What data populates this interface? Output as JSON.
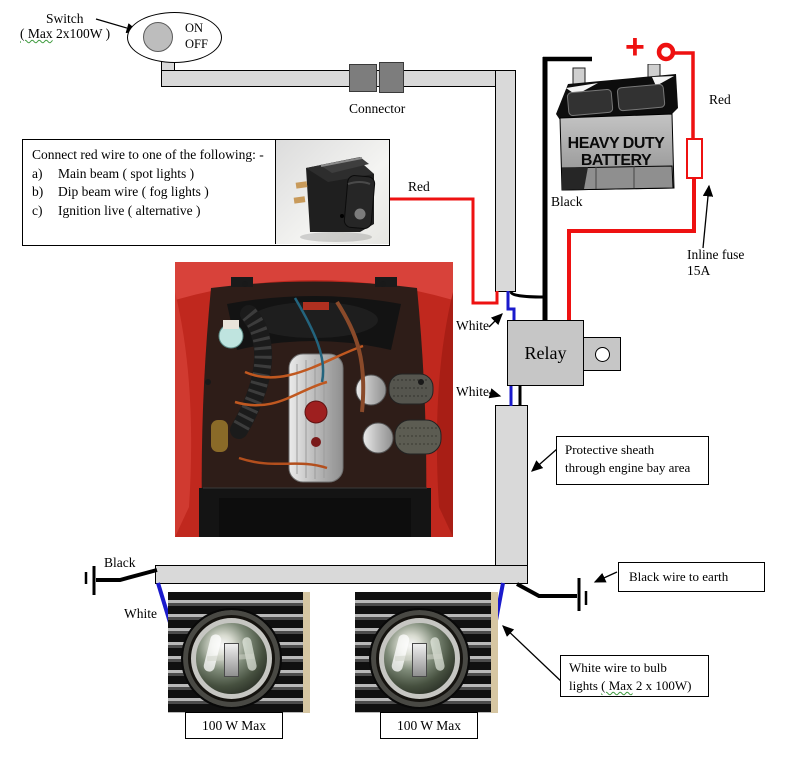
{
  "switch": {
    "title": "Switch",
    "sub_pre": "( Max",
    "sub_post": " 2x100W )",
    "on": "ON",
    "off": "OFF"
  },
  "connector": {
    "label": "Connector"
  },
  "wires": {
    "red_switch": "Red",
    "red_battery": "Red",
    "black_battery": "Black",
    "white_relay_top": "White",
    "white_relay_bottom": "White",
    "black_earth_left": "Black",
    "white_lamp_left": "White"
  },
  "fuse": {
    "line1": "Inline fuse",
    "line2": "15A"
  },
  "relay": {
    "label": "Relay"
  },
  "battery": {
    "line1": "HEAVY DUTY",
    "line2": "BATTERY",
    "plus": "+"
  },
  "instruction_box": {
    "intro": "Connect red wire to one of the following: -",
    "items": [
      {
        "key": "a)",
        "text": "Main beam ( spot lights )"
      },
      {
        "key": "b)",
        "text": "Dip beam wire ( fog lights )"
      },
      {
        "key": "c)",
        "text": "Ignition live ( alternative )"
      }
    ]
  },
  "sheath_box": {
    "line1": "Protective sheath",
    "line2": "through engine bay area"
  },
  "earth_box": {
    "label": "Black wire to earth"
  },
  "bulb_box": {
    "line1": "White wire to bulb",
    "line2_pre": "lights ",
    "line2_mid": "( Max",
    "line2_post": " 2 x 100W)"
  },
  "lamps": {
    "left_max": "100 W Max",
    "right_max": "100 W Max"
  },
  "colors": {
    "wire_red": "#ee1111",
    "wire_white_drawn_as_blue": "#1a1acc",
    "wire_black": "#000000",
    "sheath_fill": "#d9d9d9",
    "relay_fill": "#c6c6c6",
    "connector_fill": "#7d7d7d"
  }
}
